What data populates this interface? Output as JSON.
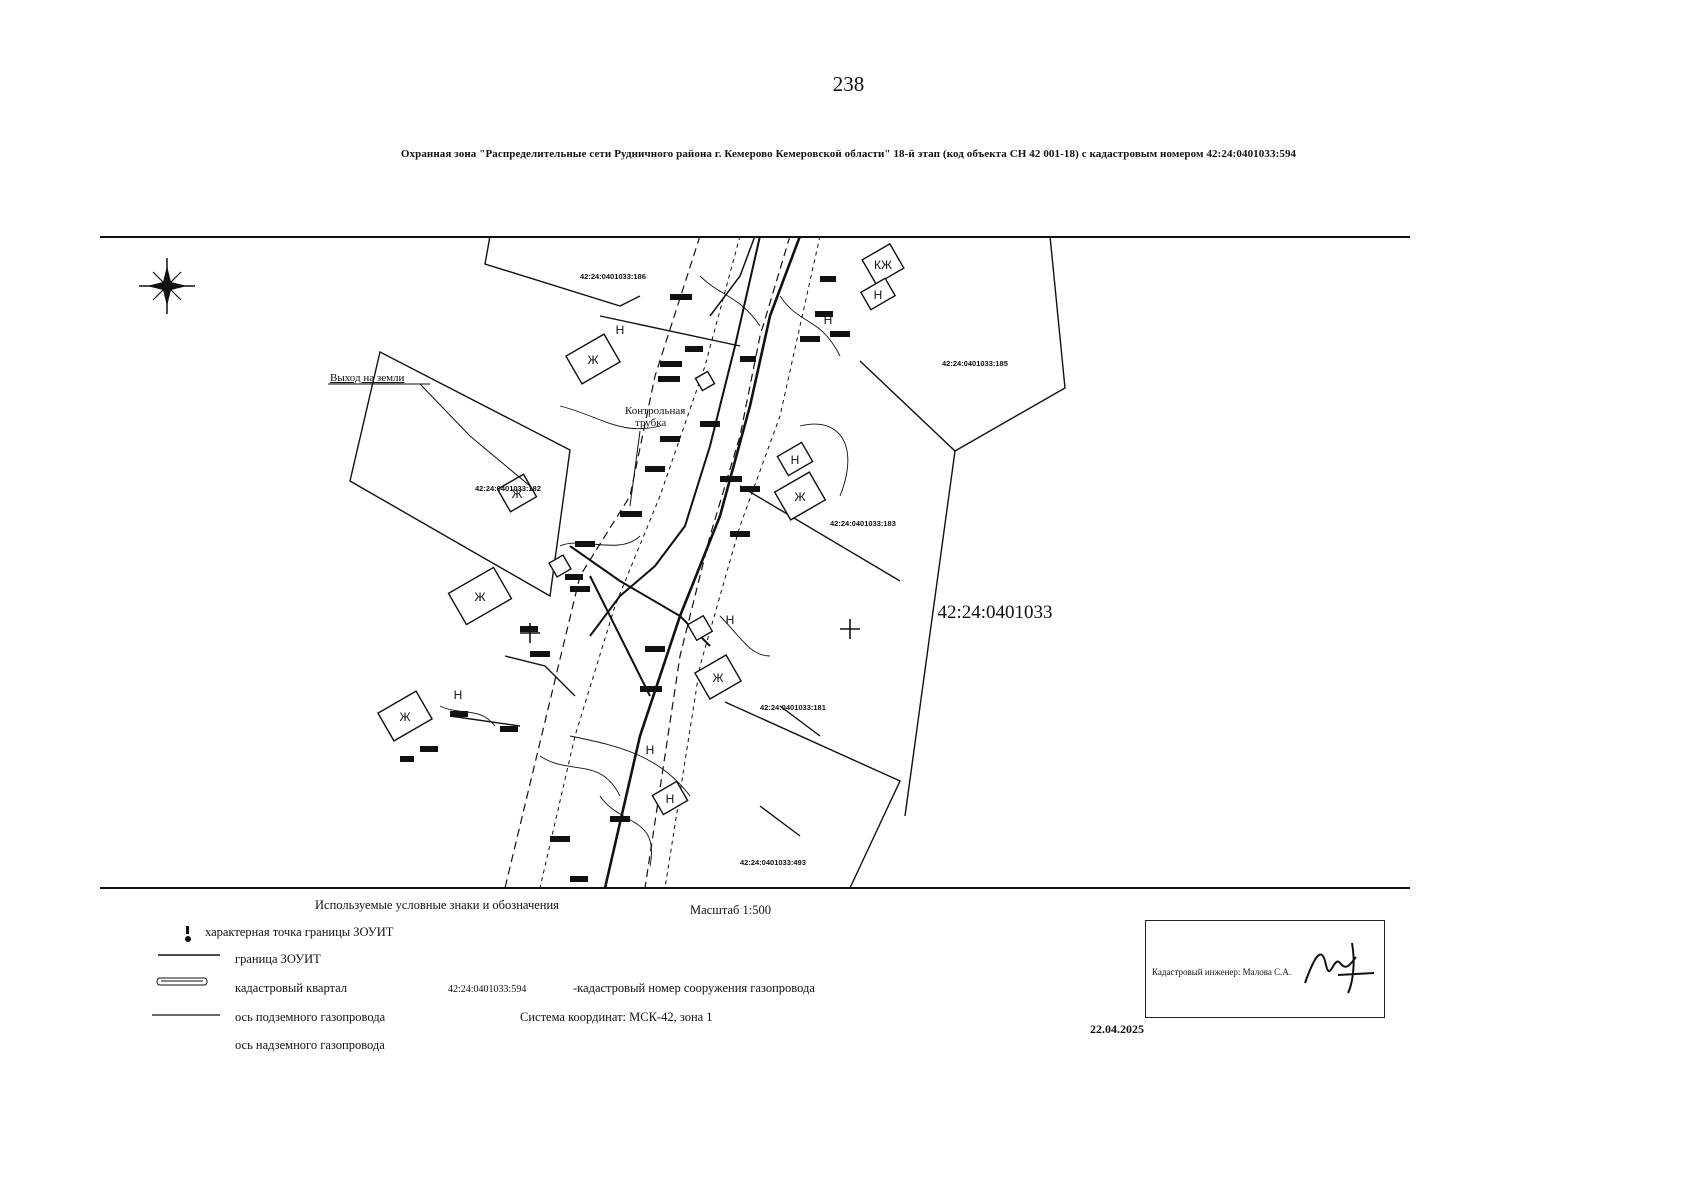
{
  "page_number": "238",
  "title": "Охранная зона \"Распределительные сети Рудничного района г. Кемерово Кемеровской области\" 18-й этап (код объекта СН 42 001-18) с кадастровым номером 42:24:0401033:594",
  "map": {
    "quarter_label": "42:24:0401033",
    "parcel_labels": [
      "42:24:0401033:186",
      "42:24:0401033:185",
      "42:24:0401033:182",
      "42:24:0401033:183",
      "42:24:0401033:181",
      "42:24:0401033:493"
    ],
    "annotations": {
      "exit": "Выход на земли",
      "control_tube_1": "Контрольная",
      "control_tube_2": "трубка"
    },
    "building_marks": [
      "Ж",
      "Н",
      "КЖ"
    ]
  },
  "legend": {
    "title": "Используемые условные знаки и обозначения",
    "boundary_point": "характерная точка границы ЗОУИТ",
    "zone_boundary": "граница ЗОУИТ",
    "cadastral_quarter": "кадастровый квартал",
    "structure_number": "42:24:0401033:594",
    "structure_desc": "-кадастровый номер сооружения газопровода",
    "underground_axis": "ось подземного газопровода",
    "aboveground_axis": "ось надземного газопровода"
  },
  "scale": "Масштаб 1:500",
  "coordinate_system": "Система координат: МСК-42, зона 1",
  "stamp": {
    "engineer": "Кадастровый инженер: Малова С.А.",
    "date": "22.04.2025"
  },
  "colors": {
    "ink": "#111111",
    "paper": "#ffffff"
  }
}
